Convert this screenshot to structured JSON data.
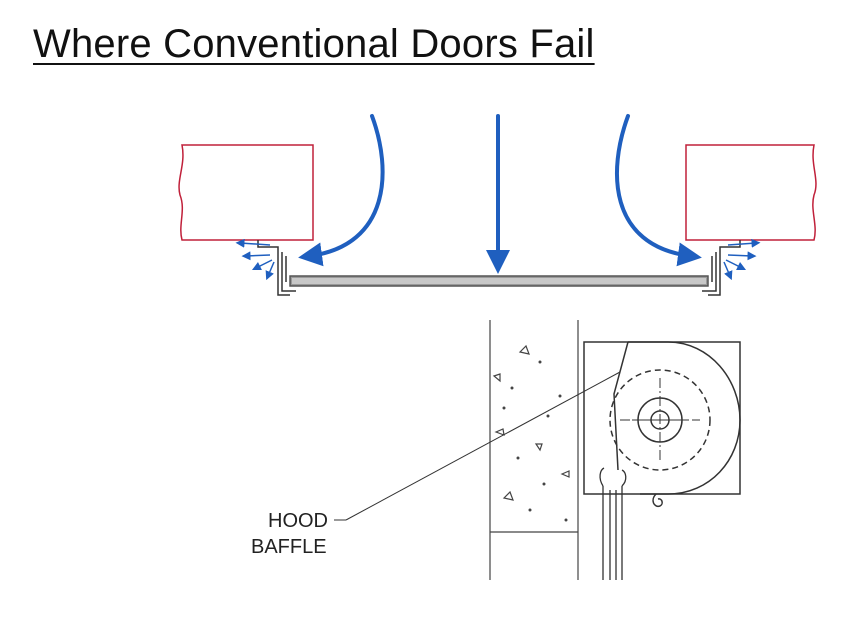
{
  "title": "Where Conventional Doors Fail",
  "labels": {
    "hood": "HOOD",
    "baffle": "BAFFLE"
  },
  "colors": {
    "wall_outline": "#c0203a",
    "airflow_arrow": "#1f5fbf",
    "door_slat": "#9a9a9a",
    "line": "#333333"
  }
}
